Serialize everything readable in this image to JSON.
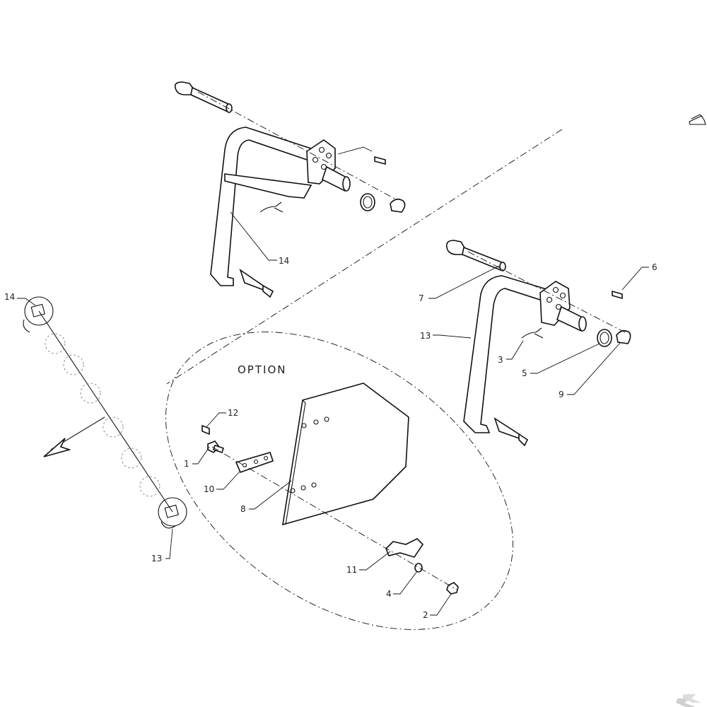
{
  "option_label": "OPTION",
  "callouts": {
    "c1": "1",
    "c2": "2",
    "c3": "3",
    "c4": "4",
    "c5": "5",
    "c6": "6",
    "c7": "7",
    "c8": "8",
    "c9": "9",
    "c10": "10",
    "c11": "11",
    "c12": "12",
    "c13": "13",
    "c14_top": "14",
    "c13_left": "13",
    "c14_left": "14"
  },
  "icons": {
    "view_direction": "view-direction-arrow-icon",
    "brand_logo": "brand-k-logo-icon"
  }
}
